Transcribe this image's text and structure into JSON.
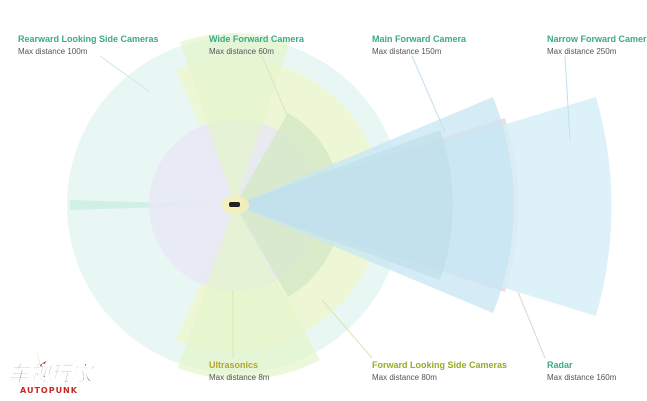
{
  "colors": {
    "rearward": "#3ea88a",
    "wide": "#7f9d2c",
    "main": "#3ea88a",
    "narrow": "#3ea88a",
    "ultrasonics": "#b8a22a",
    "forward_side": "#9aaa24",
    "radar": "#3ea88a",
    "car": "#222222"
  },
  "labels": {
    "rearward": {
      "name": "Rearward Looking Side Cameras",
      "distance": "Max distance 100m"
    },
    "wide": {
      "name": "Wide Forward Camera",
      "distance": "Max distance 60m"
    },
    "main": {
      "name": "Main Forward Camera",
      "distance": "Max distance 150m"
    },
    "narrow": {
      "name": "Narrow Forward Camera",
      "distance": "Max distance 250m"
    },
    "ultrasonics": {
      "name": "Ultrasonics",
      "distance": "Max distance 8m"
    },
    "forward_side": {
      "name": "Forward Looking Side Cameras",
      "distance": "Max distance 80m"
    },
    "radar": {
      "name": "Radar",
      "distance": "Max distance 160m"
    }
  },
  "watermark": {
    "text_cn": "车视玩家",
    "text_en": "AUTOPUNK",
    "icon": "autopunk-logo-icon"
  }
}
